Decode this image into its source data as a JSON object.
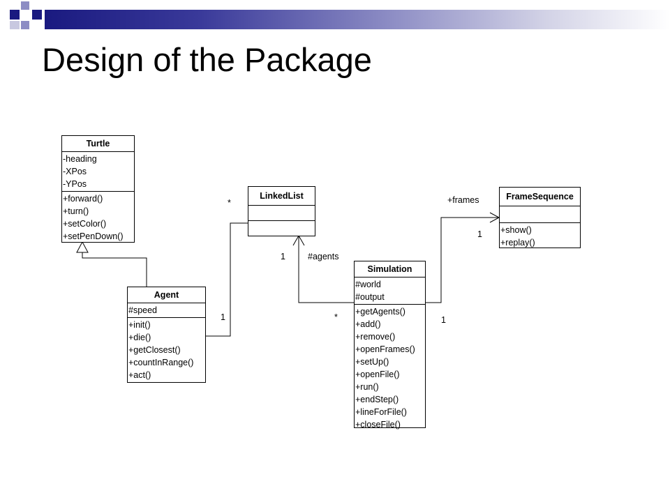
{
  "slide": {
    "title": "Design of the Package",
    "accent_dark": "#1a1a80",
    "accent_light": "#8c8cc4"
  },
  "classes": {
    "turtle": {
      "name": "Turtle",
      "attributes": [
        "-heading",
        "-XPos",
        "-YPos"
      ],
      "operations": [
        "+forward()",
        "+turn()",
        "+setColor()",
        "+setPenDown()"
      ]
    },
    "agent": {
      "name": "Agent",
      "attributes": [
        "#speed"
      ],
      "operations": [
        "+init()",
        "+die()",
        "+getClosest()",
        "+countInRange()",
        "+act()"
      ]
    },
    "linkedlist": {
      "name": "LinkedList",
      "attributes": [],
      "operations": []
    },
    "simulation": {
      "name": "Simulation",
      "attributes": [
        "#world",
        "#output"
      ],
      "operations": [
        "+getAgents()",
        "+add()",
        "+remove()",
        "+openFrames()",
        "+setUp()",
        "+openFile()",
        "+run()",
        "+endStep()",
        "+lineForFile()",
        "+closeFile()"
      ]
    },
    "framesequence": {
      "name": "FrameSequence",
      "attributes": [],
      "operations": [
        "+show()",
        "+replay()"
      ]
    }
  },
  "labels": {
    "agent_linkedlist_star": "*",
    "agent_linkedlist_one": "1",
    "linkedlist_one": "1",
    "agents_role": "#agents",
    "simulation_star": "*",
    "frames_role": "+frames",
    "frames_one": "1",
    "simulation_one": "1"
  }
}
